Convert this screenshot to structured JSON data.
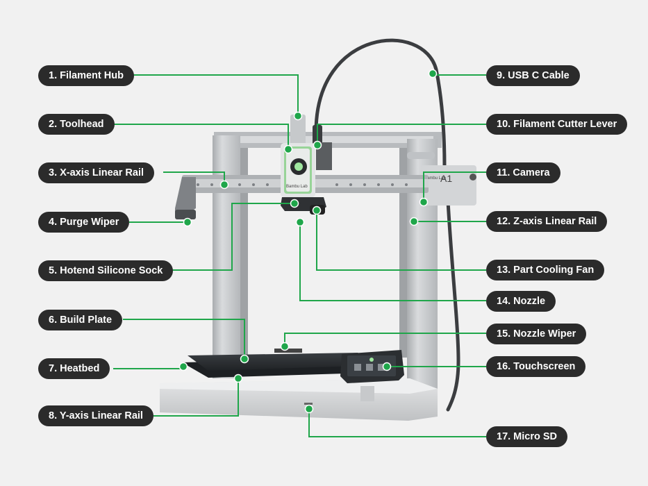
{
  "colors": {
    "background": "#f1f1f1",
    "pill": "#2b2b2b",
    "leader": "#1fa64a",
    "accent_green": "#8fd18f",
    "frame": "#c9cbcd",
    "bed": "#2e3236"
  },
  "printer": {
    "brand": "Bambu Lab",
    "model": "A1"
  },
  "callouts": [
    {
      "id": "1",
      "label": "1. Filament Hub"
    },
    {
      "id": "2",
      "label": "2. Toolhead"
    },
    {
      "id": "3",
      "label": "3. X-axis Linear Rail"
    },
    {
      "id": "4",
      "label": "4. Purge Wiper"
    },
    {
      "id": "5",
      "label": "5. Hotend Silicone Sock"
    },
    {
      "id": "6",
      "label": "6. Build Plate"
    },
    {
      "id": "7",
      "label": "7. Heatbed"
    },
    {
      "id": "8",
      "label": "8. Y-axis Linear Rail"
    },
    {
      "id": "9",
      "label": "9. USB C Cable"
    },
    {
      "id": "10",
      "label": "10. Filament Cutter Lever"
    },
    {
      "id": "11",
      "label": "11. Camera"
    },
    {
      "id": "12",
      "label": "12. Z-axis Linear Rail"
    },
    {
      "id": "13",
      "label": "13. Part Cooling Fan"
    },
    {
      "id": "14",
      "label": "14. Nozzle"
    },
    {
      "id": "15",
      "label": "15. Nozzle Wiper"
    },
    {
      "id": "16",
      "label": "16. Touchscreen"
    },
    {
      "id": "17",
      "label": "17. Micro SD"
    }
  ]
}
